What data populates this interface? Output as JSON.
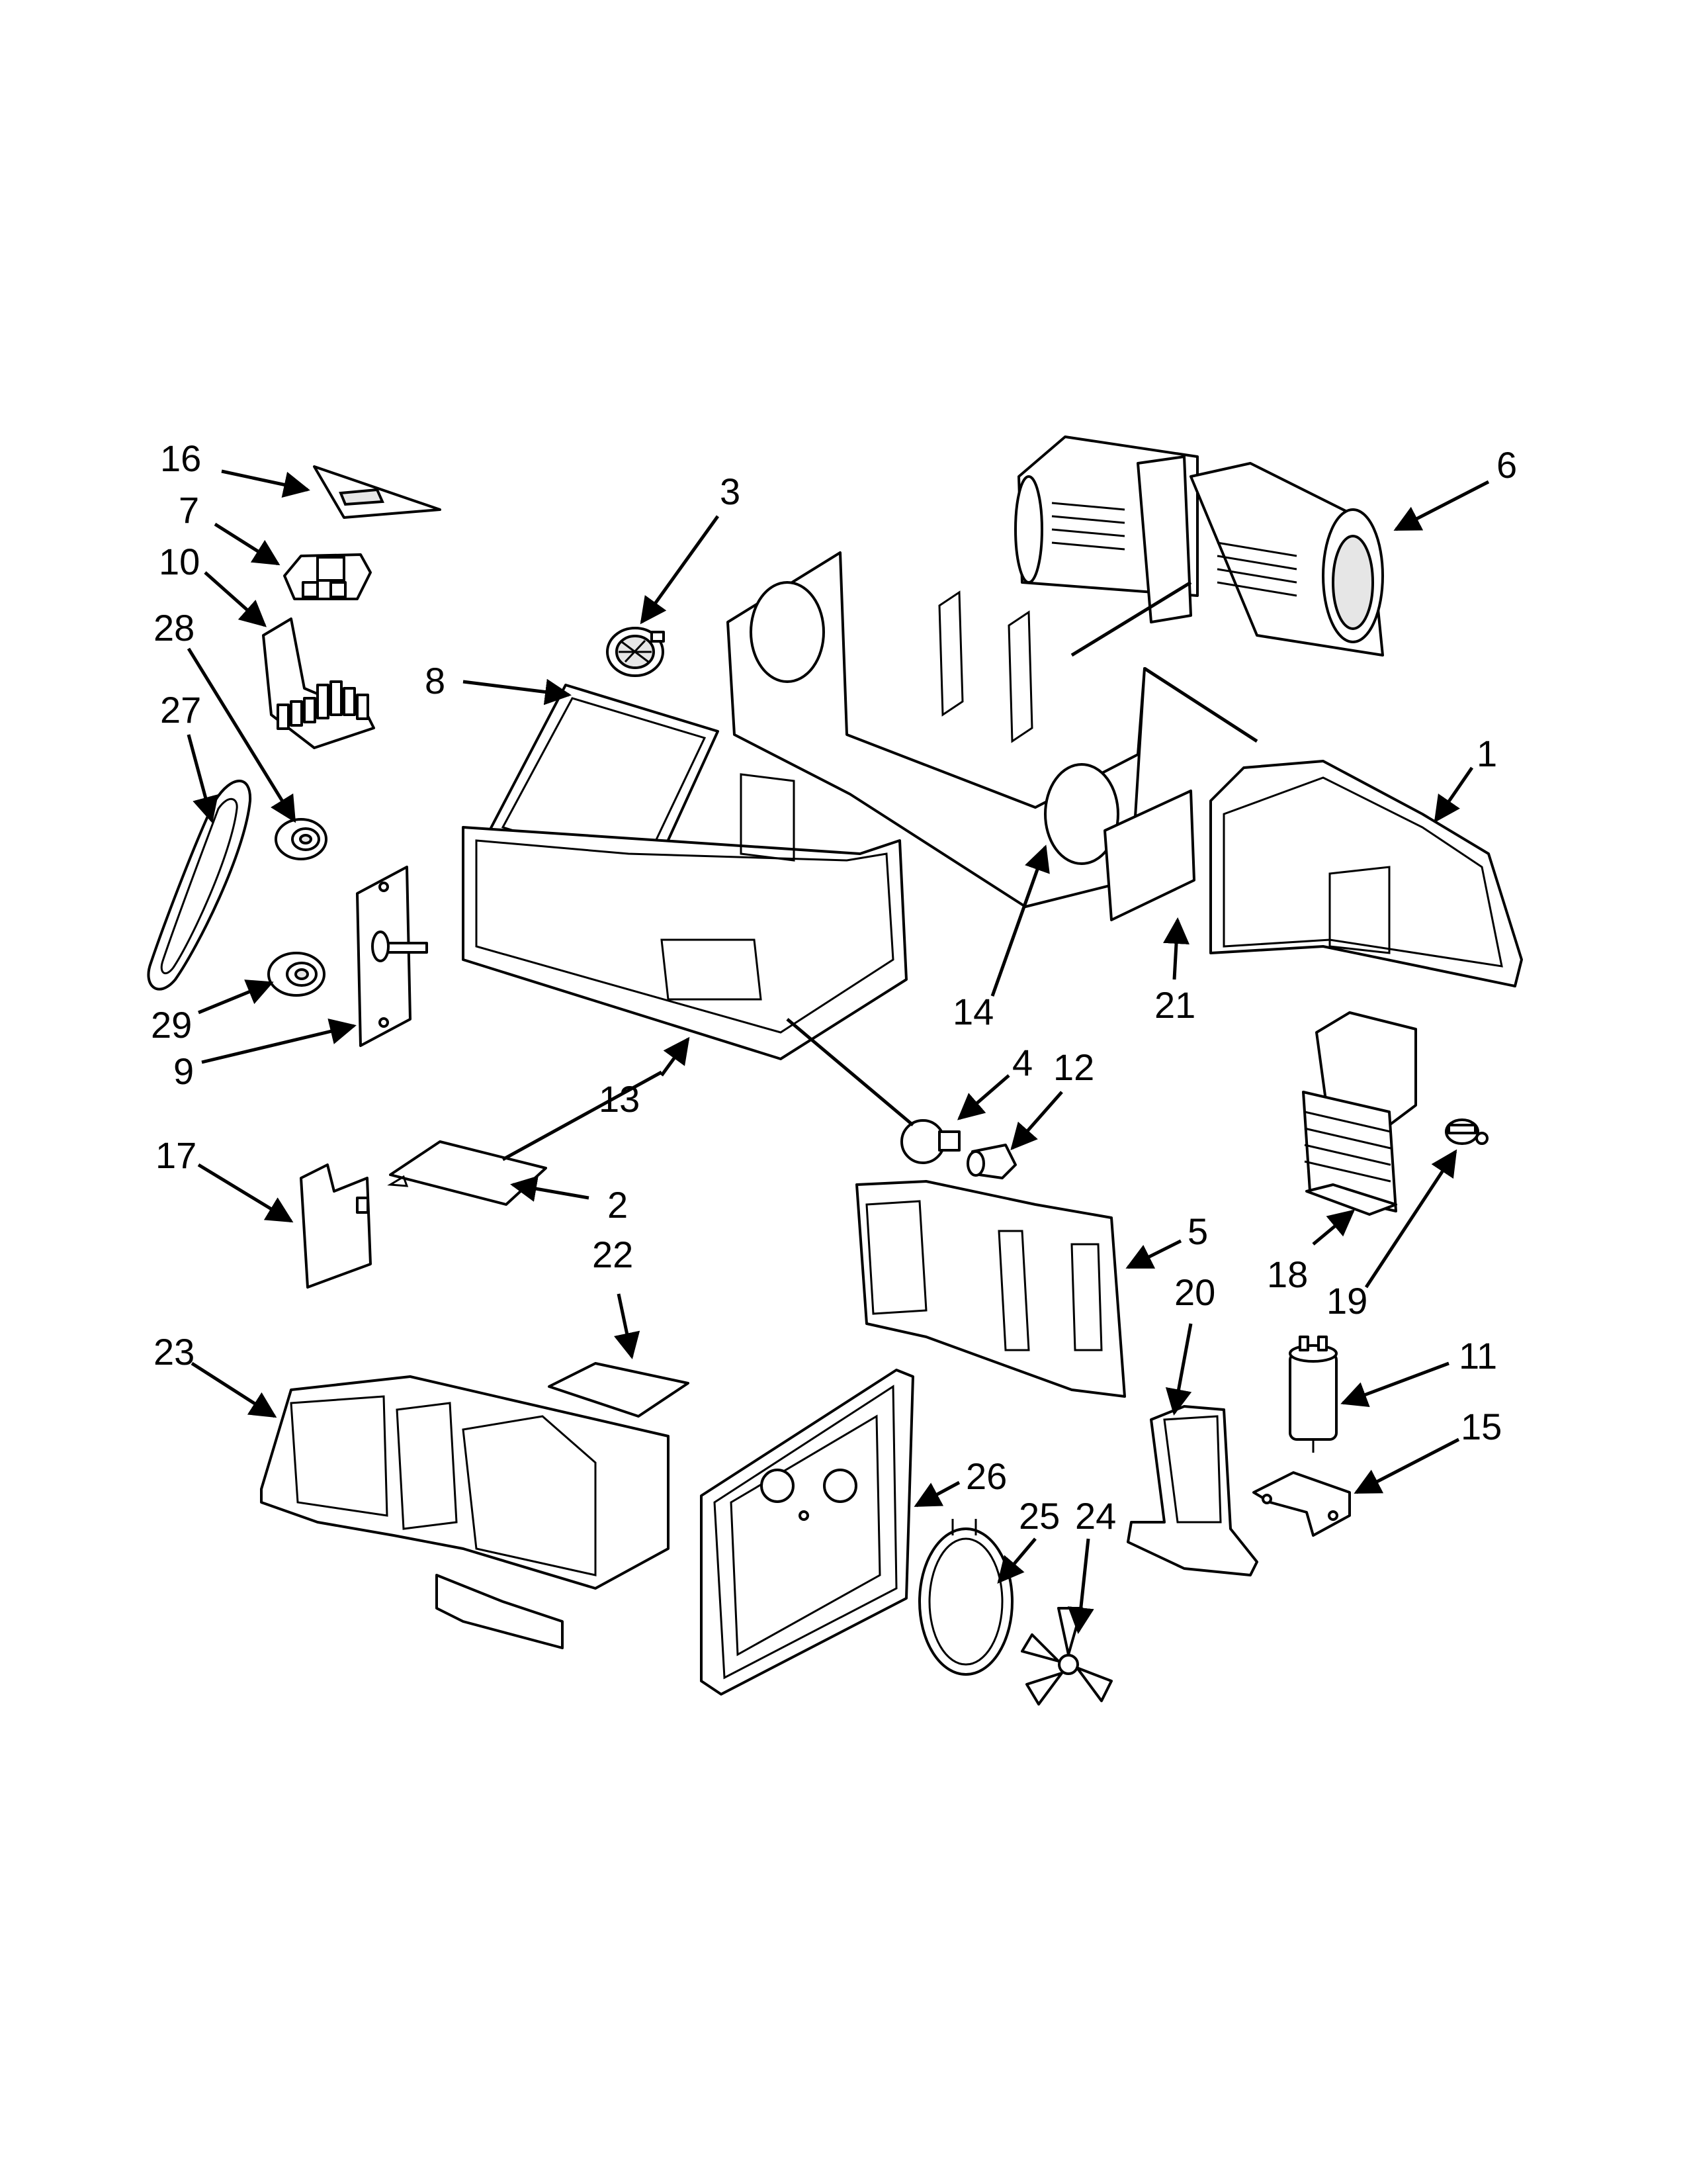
{
  "diagram": {
    "callouts": [
      {
        "id": "c1",
        "label": "1"
      },
      {
        "id": "c2",
        "label": "2"
      },
      {
        "id": "c3",
        "label": "3"
      },
      {
        "id": "c4",
        "label": "4"
      },
      {
        "id": "c5",
        "label": "5"
      },
      {
        "id": "c6",
        "label": "6"
      },
      {
        "id": "c7",
        "label": "7"
      },
      {
        "id": "c8",
        "label": "8"
      },
      {
        "id": "c9",
        "label": "9"
      },
      {
        "id": "c10",
        "label": "10"
      },
      {
        "id": "c11",
        "label": "11"
      },
      {
        "id": "c12",
        "label": "12"
      },
      {
        "id": "c13",
        "label": "13"
      },
      {
        "id": "c14",
        "label": "14"
      },
      {
        "id": "c15",
        "label": "15"
      },
      {
        "id": "c16",
        "label": "16"
      },
      {
        "id": "c17",
        "label": "17"
      },
      {
        "id": "c18",
        "label": "18"
      },
      {
        "id": "c19",
        "label": "19"
      },
      {
        "id": "c20",
        "label": "20"
      },
      {
        "id": "c21",
        "label": "21"
      },
      {
        "id": "c22",
        "label": "22"
      },
      {
        "id": "c23",
        "label": "23"
      },
      {
        "id": "c24",
        "label": "24"
      },
      {
        "id": "c25",
        "label": "25"
      },
      {
        "id": "c26",
        "label": "26"
      },
      {
        "id": "c27",
        "label": "27"
      },
      {
        "id": "c28",
        "label": "28"
      },
      {
        "id": "c29",
        "label": "29"
      }
    ]
  }
}
